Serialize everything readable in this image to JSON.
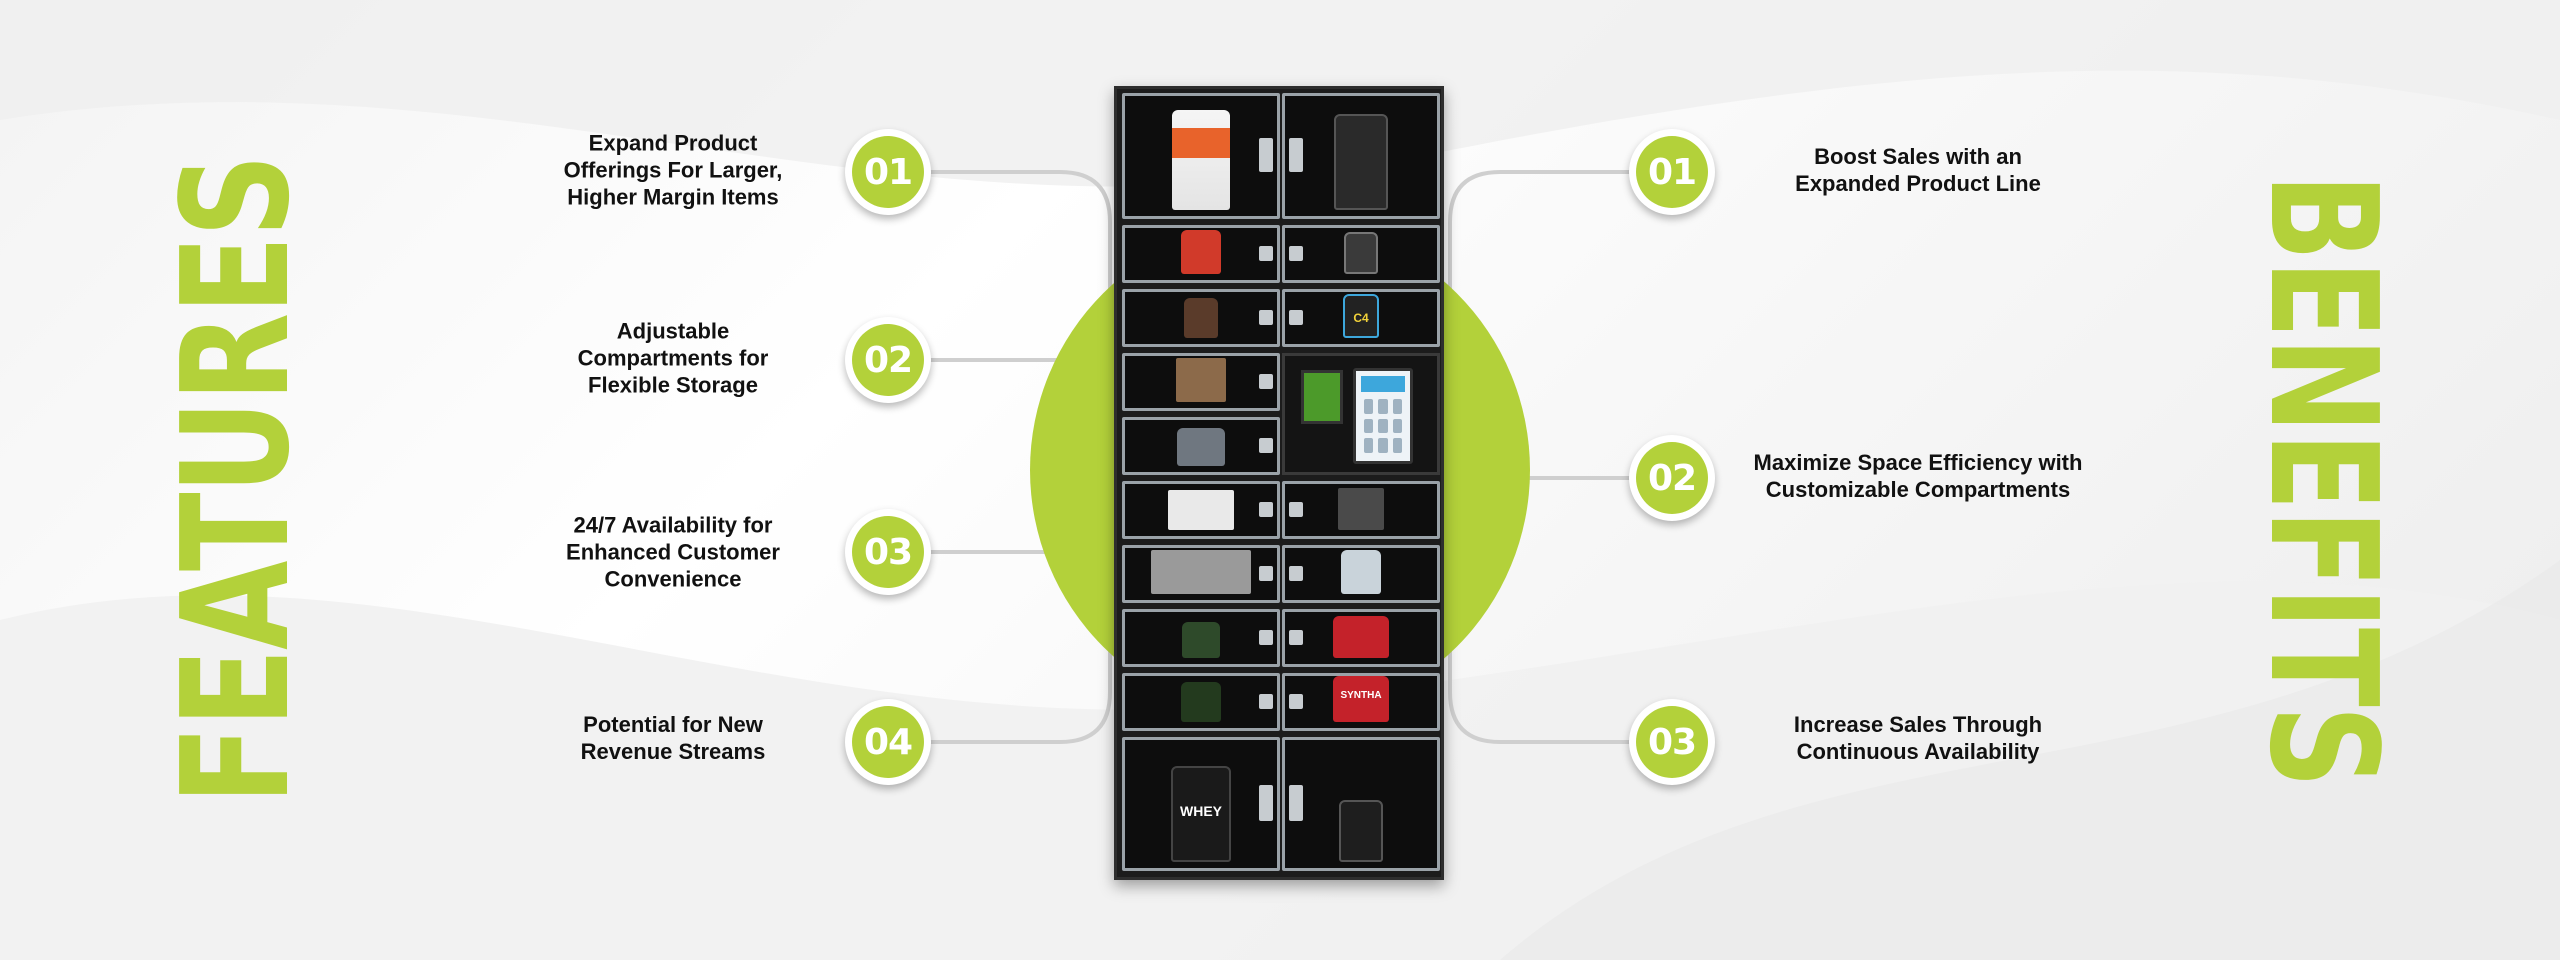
{
  "features": {
    "title": "FEATURES",
    "items": [
      {
        "number": "01",
        "text": "Expand Product Offerings For Larger, Higher Margin Items"
      },
      {
        "number": "02",
        "text": "Adjustable Compartments for Flexible Storage"
      },
      {
        "number": "03",
        "text": "24/7 Availability for Enhanced Customer Convenience"
      },
      {
        "number": "04",
        "text": "Potential for New Revenue Streams"
      }
    ]
  },
  "benefits": {
    "title": "BENEFITS",
    "items": [
      {
        "number": "01",
        "text": "Boost Sales with an Expanded Product Line"
      },
      {
        "number": "02",
        "text": "Maximize Space Efficiency with Customizable Compartments"
      },
      {
        "number": "03",
        "text": "Increase Sales Through Continuous Availability"
      }
    ]
  },
  "product_labels": {
    "whey": "WHEY",
    "syntha": "SYNTHA",
    "c4": "C4"
  },
  "colors": {
    "accent": "#b3d13a",
    "text": "#111111",
    "cabinet": "#1c1c1c",
    "connector": "#cfcfcf"
  },
  "icons": {
    "cabinet": "smart-locker-vending-machine",
    "badge": "numbered-circle-badge"
  }
}
